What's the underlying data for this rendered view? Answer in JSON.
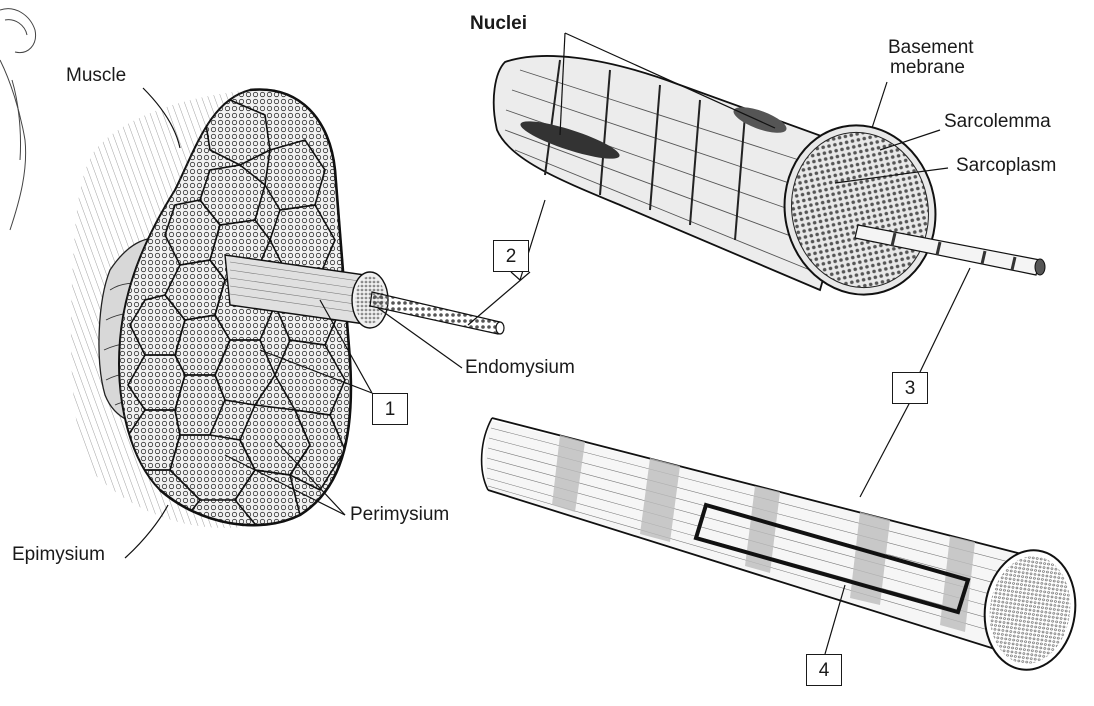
{
  "labels": {
    "muscle": "Muscle",
    "nuclei": "Nuclei",
    "basement_line1": "Basement",
    "basement_line2": "mebrane",
    "sarcolemma": "Sarcolemma",
    "sarcoplasm": "Sarcoplasm",
    "endomysium": "Endomysium",
    "perimysium": "Perimysium",
    "epimysium": "Epimysium"
  },
  "callouts": [
    "1",
    "2",
    "3",
    "4"
  ]
}
